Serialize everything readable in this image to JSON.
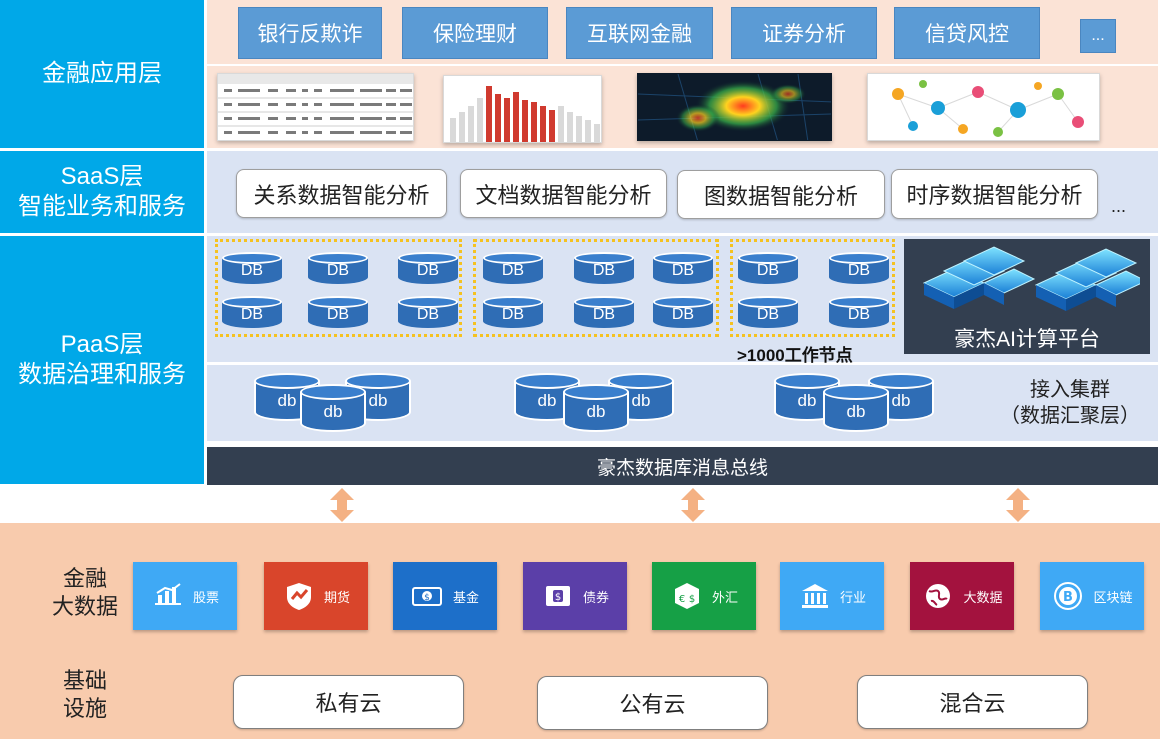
{
  "layers": {
    "app": "金融应用层",
    "saas_line1": "SaaS层",
    "saas_line2": "智能业务和服务",
    "paas_line1": "PaaS层",
    "paas_line2": "数据治理和服务"
  },
  "apps": [
    "银行反欺诈",
    "保险理财",
    "互联网金融",
    "证券分析",
    "信贷风控",
    "..."
  ],
  "saas": [
    "关系数据智能分析",
    "文档数据智能分析",
    "图数据智能分析",
    "时序数据智能分析",
    "..."
  ],
  "paas": {
    "db_label": "DB",
    "small_db_label": "db",
    "nodes_note": ">1000工作节点",
    "ai_platform": "豪杰AI计算平台",
    "access_line1": "接入集群",
    "access_line2": "（数据汇聚层）",
    "bus": "豪杰数据库消息总线"
  },
  "finance_data": {
    "label_line1": "金融",
    "label_line2": "大数据",
    "tiles": [
      {
        "label": "股票",
        "icon": "stock-chart-icon",
        "color": "#3fa9f5"
      },
      {
        "label": "期货",
        "icon": "shield-trend-icon",
        "color": "#d9452b"
      },
      {
        "label": "基金",
        "icon": "money-icon",
        "color": "#1d6fc9"
      },
      {
        "label": "债券",
        "icon": "bond-icon",
        "color": "#5b3fa8"
      },
      {
        "label": "外汇",
        "icon": "exchange-dice-icon",
        "color": "#16a046"
      },
      {
        "label": "行业",
        "icon": "bank-icon",
        "color": "#3fa9f5"
      },
      {
        "label": "大数据",
        "icon": "globe-icon",
        "color": "#a3123e"
      },
      {
        "label": "区块链",
        "icon": "bitcoin-icon",
        "color": "#3fa9f5"
      }
    ]
  },
  "infra": {
    "label_line1": "基础",
    "label_line2": "设施",
    "clouds": [
      "私有云",
      "公有云",
      "混合云"
    ]
  },
  "colors": {
    "layer_label": "#00a8e8",
    "app_band": "#fbe3d6",
    "app_button": "#5b9bd5",
    "band_blue": "#dae3f3",
    "dark": "#333f50",
    "bottom_band": "#f8cbad",
    "arrow": "#f4b183"
  }
}
